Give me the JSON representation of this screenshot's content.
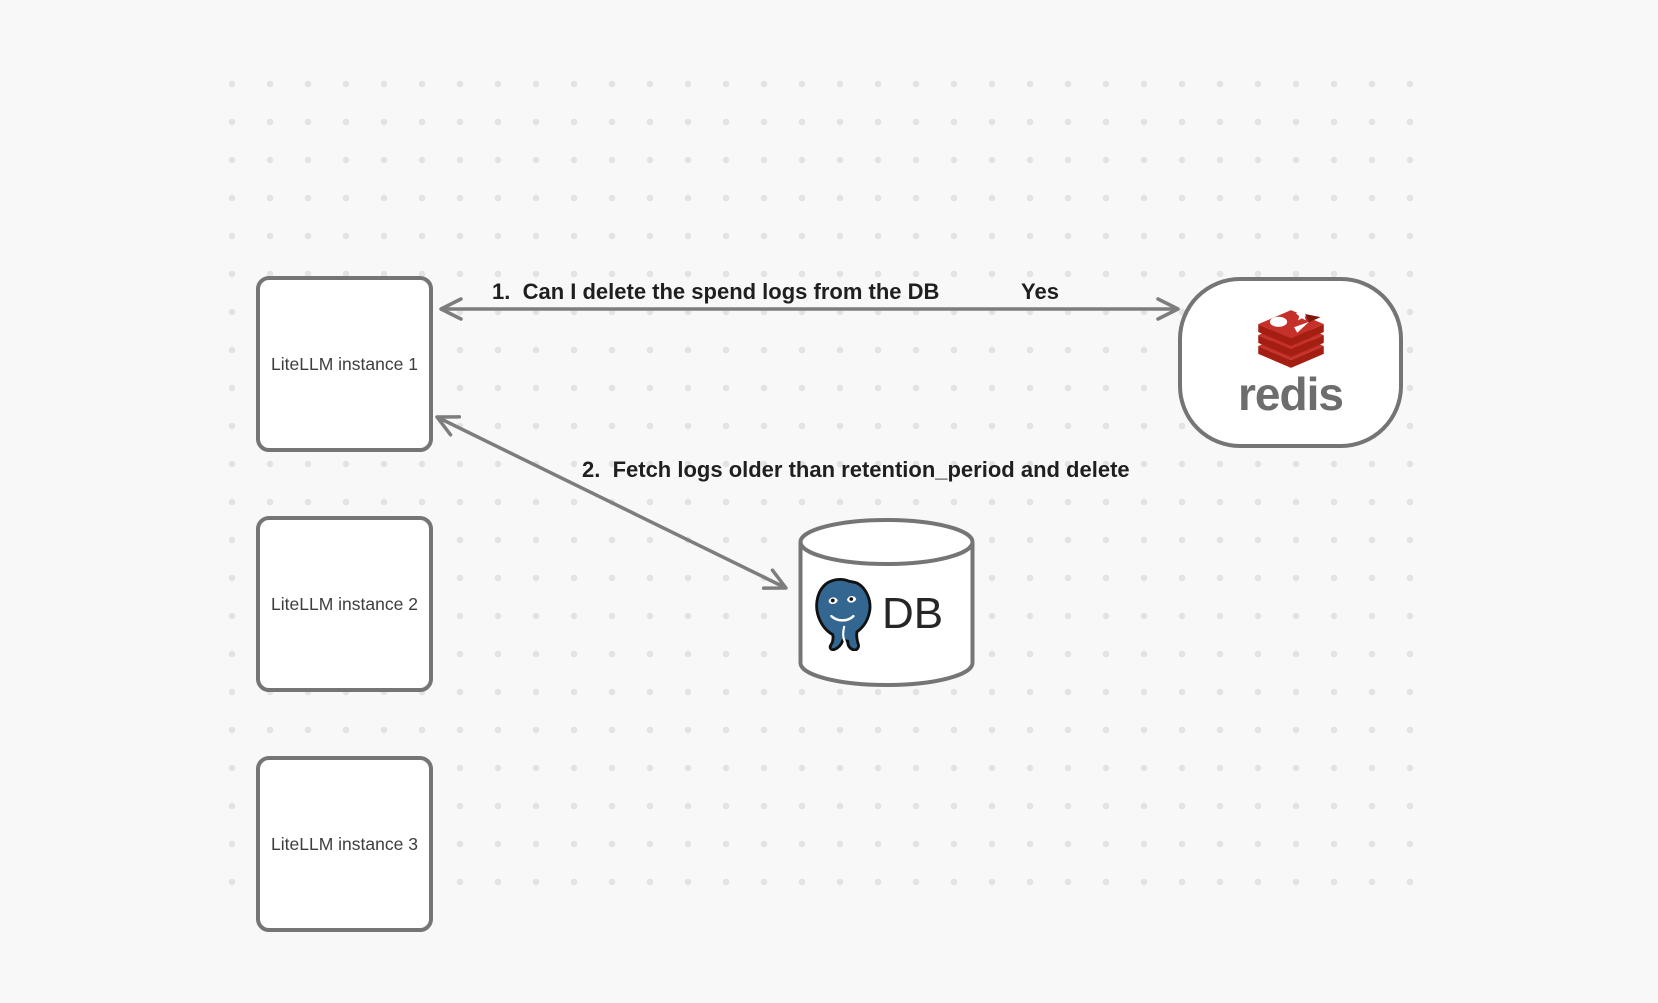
{
  "canvas": {
    "background_color": "#f8f8f8",
    "dot_color": "#e3e3e3"
  },
  "nodes": {
    "litellm_instances": [
      {
        "label": "LiteLLM instance 1"
      },
      {
        "label": "LiteLLM instance 2"
      },
      {
        "label": "LiteLLM instance 3"
      }
    ],
    "redis": {
      "wordmark": "redis",
      "logo": "redis-stack-logo",
      "logo_red": "#C6302B",
      "logo_dark_red": "#A41E11",
      "wordmark_color": "#6d6d6d"
    },
    "database": {
      "label": "DB",
      "logo": "postgresql-elephant-logo",
      "logo_blue": "#336791"
    }
  },
  "edges": [
    {
      "label": "1.  Can I delete the spend logs from the DB",
      "response": "Yes",
      "endpoints": [
        "LiteLLM instance 1",
        "redis"
      ],
      "arrowheads": "both"
    },
    {
      "label": "2.  Fetch logs older than retention_period and delete",
      "endpoints": [
        "LiteLLM instance 1",
        "DB"
      ],
      "arrowheads": "both"
    }
  ],
  "colors": {
    "node_border": "#757575",
    "arrow": "#7d7d7d",
    "edge_label_text": "#1f1f1f",
    "node_label_text": "#3d3d3d"
  }
}
